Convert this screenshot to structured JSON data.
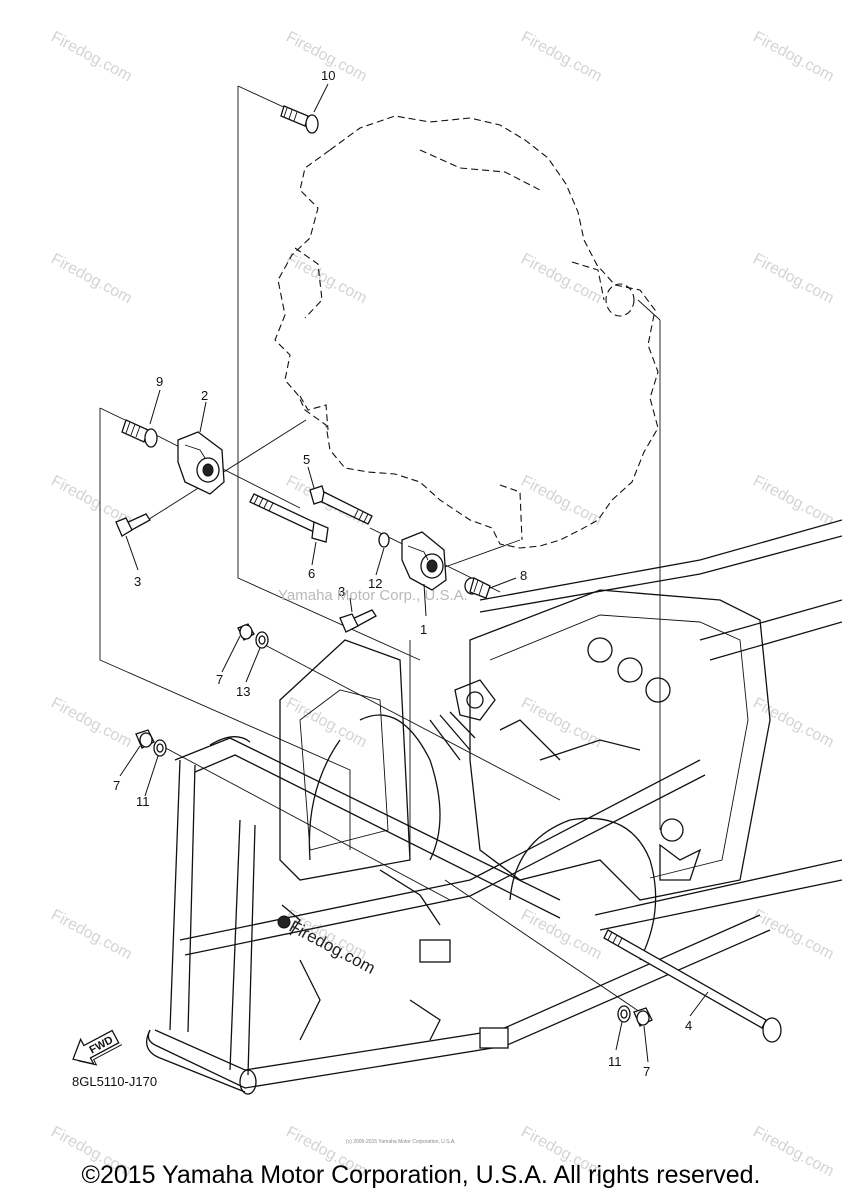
{
  "diagram": {
    "watermark_text": "Firedog.com",
    "center_watermark": "Yamaha Motor Corp., U.S.A.",
    "frame_watermark": "Firedog.com",
    "diagram_code": "8GL5110-J170",
    "fwd_label": "FWD",
    "footer_small_text": "(c) 2005-2015 Yamaha Motor Corporation, U.S.A.",
    "copyright": "©2015 Yamaha Motor Corporation, U.S.A. All rights reserved.",
    "callouts": {
      "n1": "1",
      "n2": "2",
      "n3a": "3",
      "n3b": "3",
      "n4": "4",
      "n5": "5",
      "n6": "6",
      "n7a": "7",
      "n7b": "7",
      "n7c": "7",
      "n8": "8",
      "n9": "9",
      "n10": "10",
      "n11a": "11",
      "n11b": "11",
      "n12": "12",
      "n13": "13"
    }
  }
}
